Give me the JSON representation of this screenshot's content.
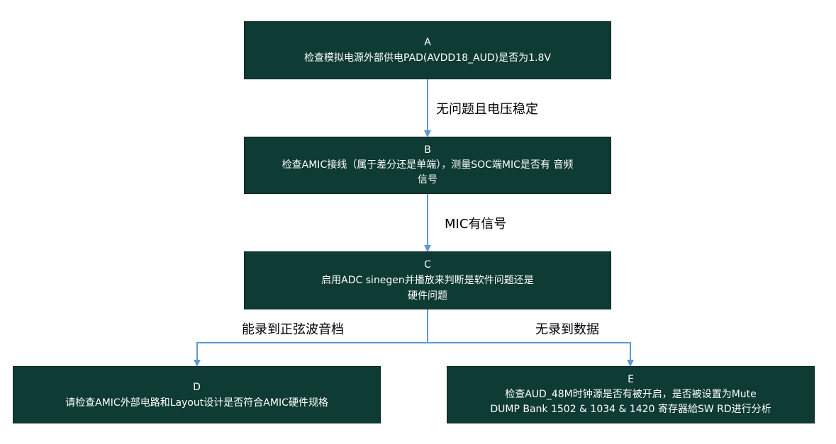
{
  "colors": {
    "node_fill": "#0e3b33",
    "node_text": "#ffffff",
    "edge": "#5b9bd5"
  },
  "nodes": {
    "a": {
      "id": "A",
      "lines": [
        "检查模拟电源外部供电PAD(AVDD18_AUD)是否为1.8V"
      ]
    },
    "b": {
      "id": "B",
      "lines": [
        "检查AMIC接线（属于差分还是单端），测量SOC端MIC是否有 音频",
        "信号"
      ]
    },
    "c": {
      "id": "C",
      "lines": [
        "启用ADC sinegen并播放来判断是软件问题还是",
        "硬件问题"
      ]
    },
    "d": {
      "id": "D",
      "lines": [
        "请检查AMIC外部电路和Layout设计是否符合AMIC硬件规格"
      ]
    },
    "e": {
      "id": "E",
      "lines": [
        "检查AUD_48M时钟源是否有被开启，是否被设置为Mute",
        "DUMP Bank 1502 & 1034 & 1420 寄存器給SW RD进行分析"
      ]
    }
  },
  "edges": {
    "a_b": "无问题且电压稳定",
    "b_c": "MIC有信号",
    "c_d": "能录到正弦波音档",
    "c_e": "无录到数据"
  }
}
